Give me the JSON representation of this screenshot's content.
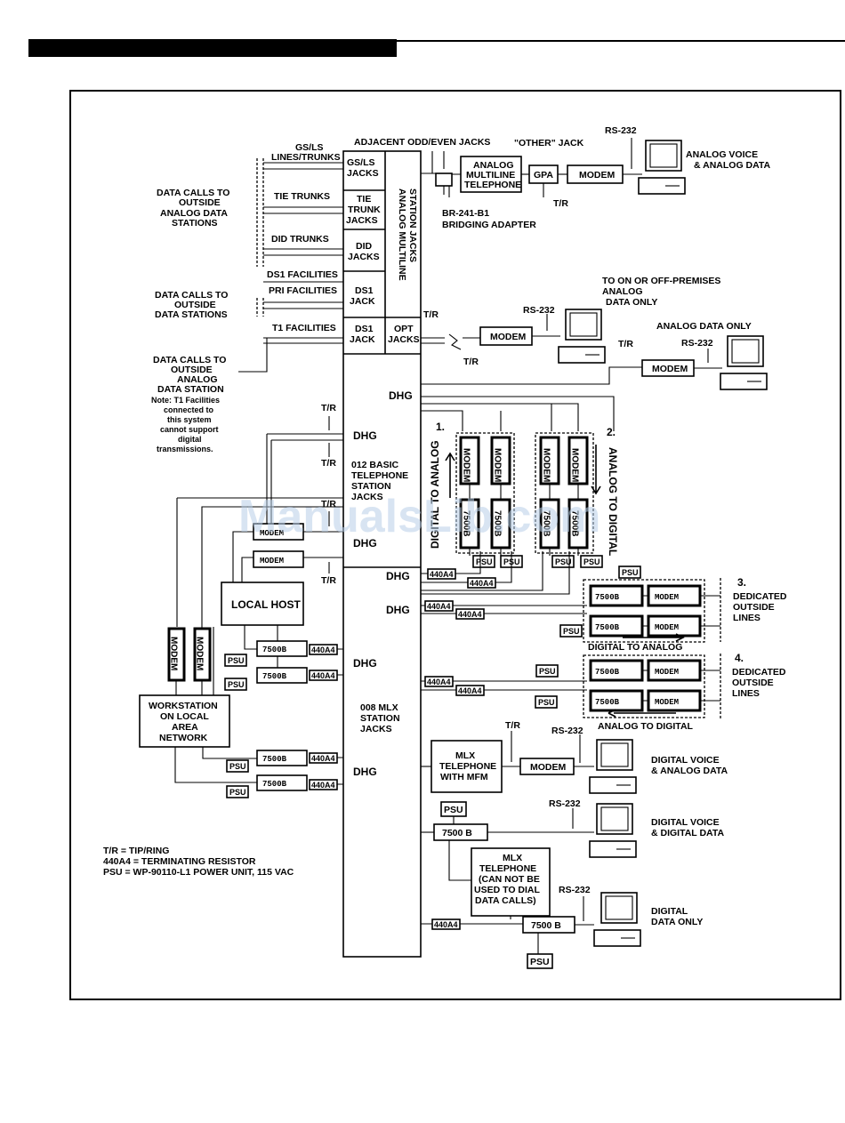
{
  "watermark": "ManualsLib.com",
  "trunks": {
    "gsls_lines_trunks": [
      "GS/LS",
      "LINES/TRUNKS"
    ],
    "tie_trunks": "TIE TRUNKS",
    "did_trunks": "DID TRUNKS",
    "ds1_facilities": "DS1 FACILITIES",
    "pri_facilities": "PRI FACILITIES",
    "t1_facilities": "T1 FACILITIES"
  },
  "left_notes": {
    "data_calls_outside_analog_stations": [
      "DATA CALLS TO",
      "OUTSIDE",
      "ANALOG DATA",
      "STATIONS"
    ],
    "data_calls_outside_data_stations": [
      "DATA CALLS TO",
      "OUTSIDE",
      "DATA STATIONS"
    ],
    "data_calls_outside_analog_station": [
      "DATA CALLS TO",
      "OUTSIDE",
      "ANALOG",
      "DATA STATION"
    ],
    "t1_note": [
      "Note: T1 Facilities",
      "connected to",
      "this system",
      "cannot support",
      "digital",
      "transmissions."
    ]
  },
  "jacks": {
    "gsls": [
      "GS/LS",
      "JACKS"
    ],
    "tie": [
      "TIE",
      "TRUNK",
      "JACKS"
    ],
    "did": [
      "DID",
      "JACKS"
    ],
    "ds1_top": [
      "DS1",
      "JACK"
    ],
    "ds1_bottom": [
      "DS1",
      "JACK"
    ],
    "opt": [
      "OPT",
      "JACKS"
    ],
    "analog_multiline": [
      "ANALOG MULTILINE",
      "STATION JACKS"
    ],
    "basic_012": [
      "012 BASIC",
      "TELEPHONE",
      "STATION",
      "JACKS"
    ],
    "mlx_008": [
      "008 MLX",
      "STATION",
      "JACKS"
    ]
  },
  "top": {
    "adjacent_jacks": "ADJACENT ODD/EVEN JACKS",
    "other_jack": "\"OTHER\" JACK",
    "rs232": "RS-232",
    "analog_multiline_telephone": [
      "ANALOG",
      "MULTILINE",
      "TELEPHONE"
    ],
    "gpa": "GPA",
    "modem": "MODEM",
    "tr": "T/R",
    "analog_voice_data": [
      "ANALOG VOICE",
      "& ANALOG DATA"
    ],
    "bridging_adapter": [
      "BR-241-B1",
      "BRIDGING ADAPTER"
    ],
    "premises": [
      "TO ON OR OFF-PREMISES",
      "ANALOG",
      "DATA ONLY"
    ],
    "analog_data_only": "ANALOG DATA ONLY"
  },
  "middle": {
    "dhg": "DHG",
    "label_1": "1.",
    "digital_to_analog_vertical": "DIGITAL TO ANALOG",
    "label_2": "2.",
    "analog_to_digital_vertical": "ANALOG TO DIGITAL",
    "modem_vertical": "MODEM",
    "dsu_7500b_vertical": "7500B",
    "psu": "PSU",
    "r440a4": "440A4",
    "local_host": "LOCAL HOST",
    "workstation": [
      "WORKSTATION",
      "ON LOCAL",
      "AREA",
      "NETWORK"
    ],
    "modem_scribble": "MODEM",
    "b7500_scribble": "7500B"
  },
  "right": {
    "label_3": "3.",
    "label_4": "4.",
    "dedicated": [
      "DEDICATED",
      "OUTSIDE",
      "LINES"
    ],
    "digital_to_analog": "DIGITAL TO ANALOG",
    "analog_to_digital": "ANALOG TO DIGITAL"
  },
  "bottom": {
    "mlx_telephone_mfm": [
      "MLX",
      "TELEPHONE",
      "WITH MFM"
    ],
    "digital_voice_analog_data": [
      "DIGITAL VOICE",
      "& ANALOG DATA"
    ],
    "digital_voice_digital_data": [
      "DIGITAL VOICE",
      "& DIGITAL DATA"
    ],
    "digital_data_only": [
      "DIGITAL",
      "DATA ONLY"
    ],
    "b7500": "7500 B",
    "mlx_telephone_no_dial": [
      "MLX",
      "TELEPHONE",
      "(CAN NOT BE",
      "USED TO DIAL",
      "DATA CALLS)"
    ]
  },
  "legend": [
    "T/R = TIP/RING",
    "440A4  = TERMINATING RESISTOR",
    "PSU = WP-90110-L1 POWER UNIT, 115 VAC"
  ]
}
